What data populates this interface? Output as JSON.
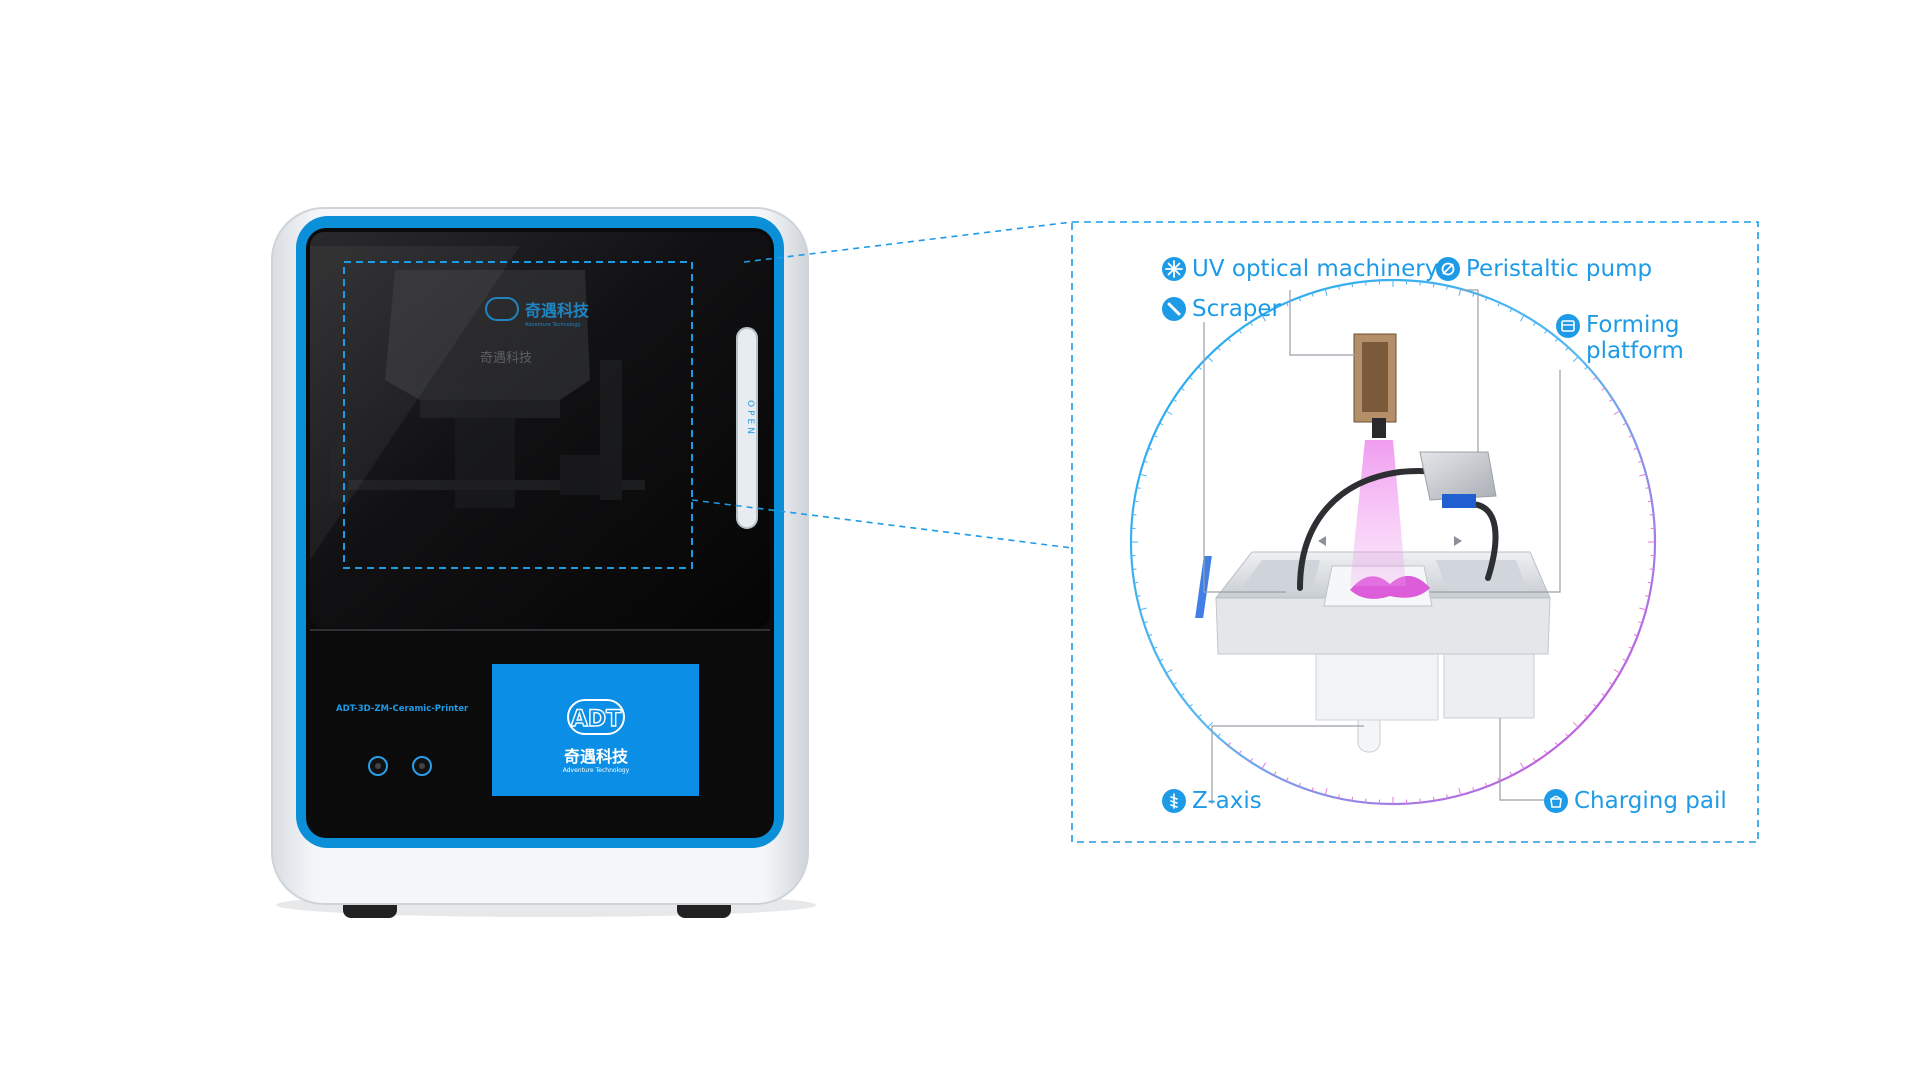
{
  "machine": {
    "brand_cn": "奇遇科技",
    "brand_en": "Adventure Technology",
    "brand_logo": "ADT",
    "model_label": "ADT-3D-ZM-Ceramic-Printer",
    "door_handle_label": "OPEN",
    "accent_color": "#0a8fd8",
    "screen_color": "#0a8ee6"
  },
  "callouts": {
    "uv_optical": {
      "label": "UV optical machinery",
      "icon": "sparkle-icon"
    },
    "peristaltic_pump": {
      "label": "Peristaltic pump",
      "icon": "pump-icon"
    },
    "scraper": {
      "label": "Scraper",
      "icon": "scraper-icon"
    },
    "forming_platform": {
      "line1": "Forming",
      "line2": "platform",
      "icon": "platform-icon"
    },
    "z_axis": {
      "label": "Z-axis",
      "icon": "screw-icon"
    },
    "charging_pail": {
      "label": "Charging pail",
      "icon": "pail-icon"
    }
  },
  "colors": {
    "callout_blue": "#1e9be6",
    "ring_start": "#26b7f2",
    "ring_end": "#e83fd8",
    "uv_beam": "#e46ce8"
  }
}
